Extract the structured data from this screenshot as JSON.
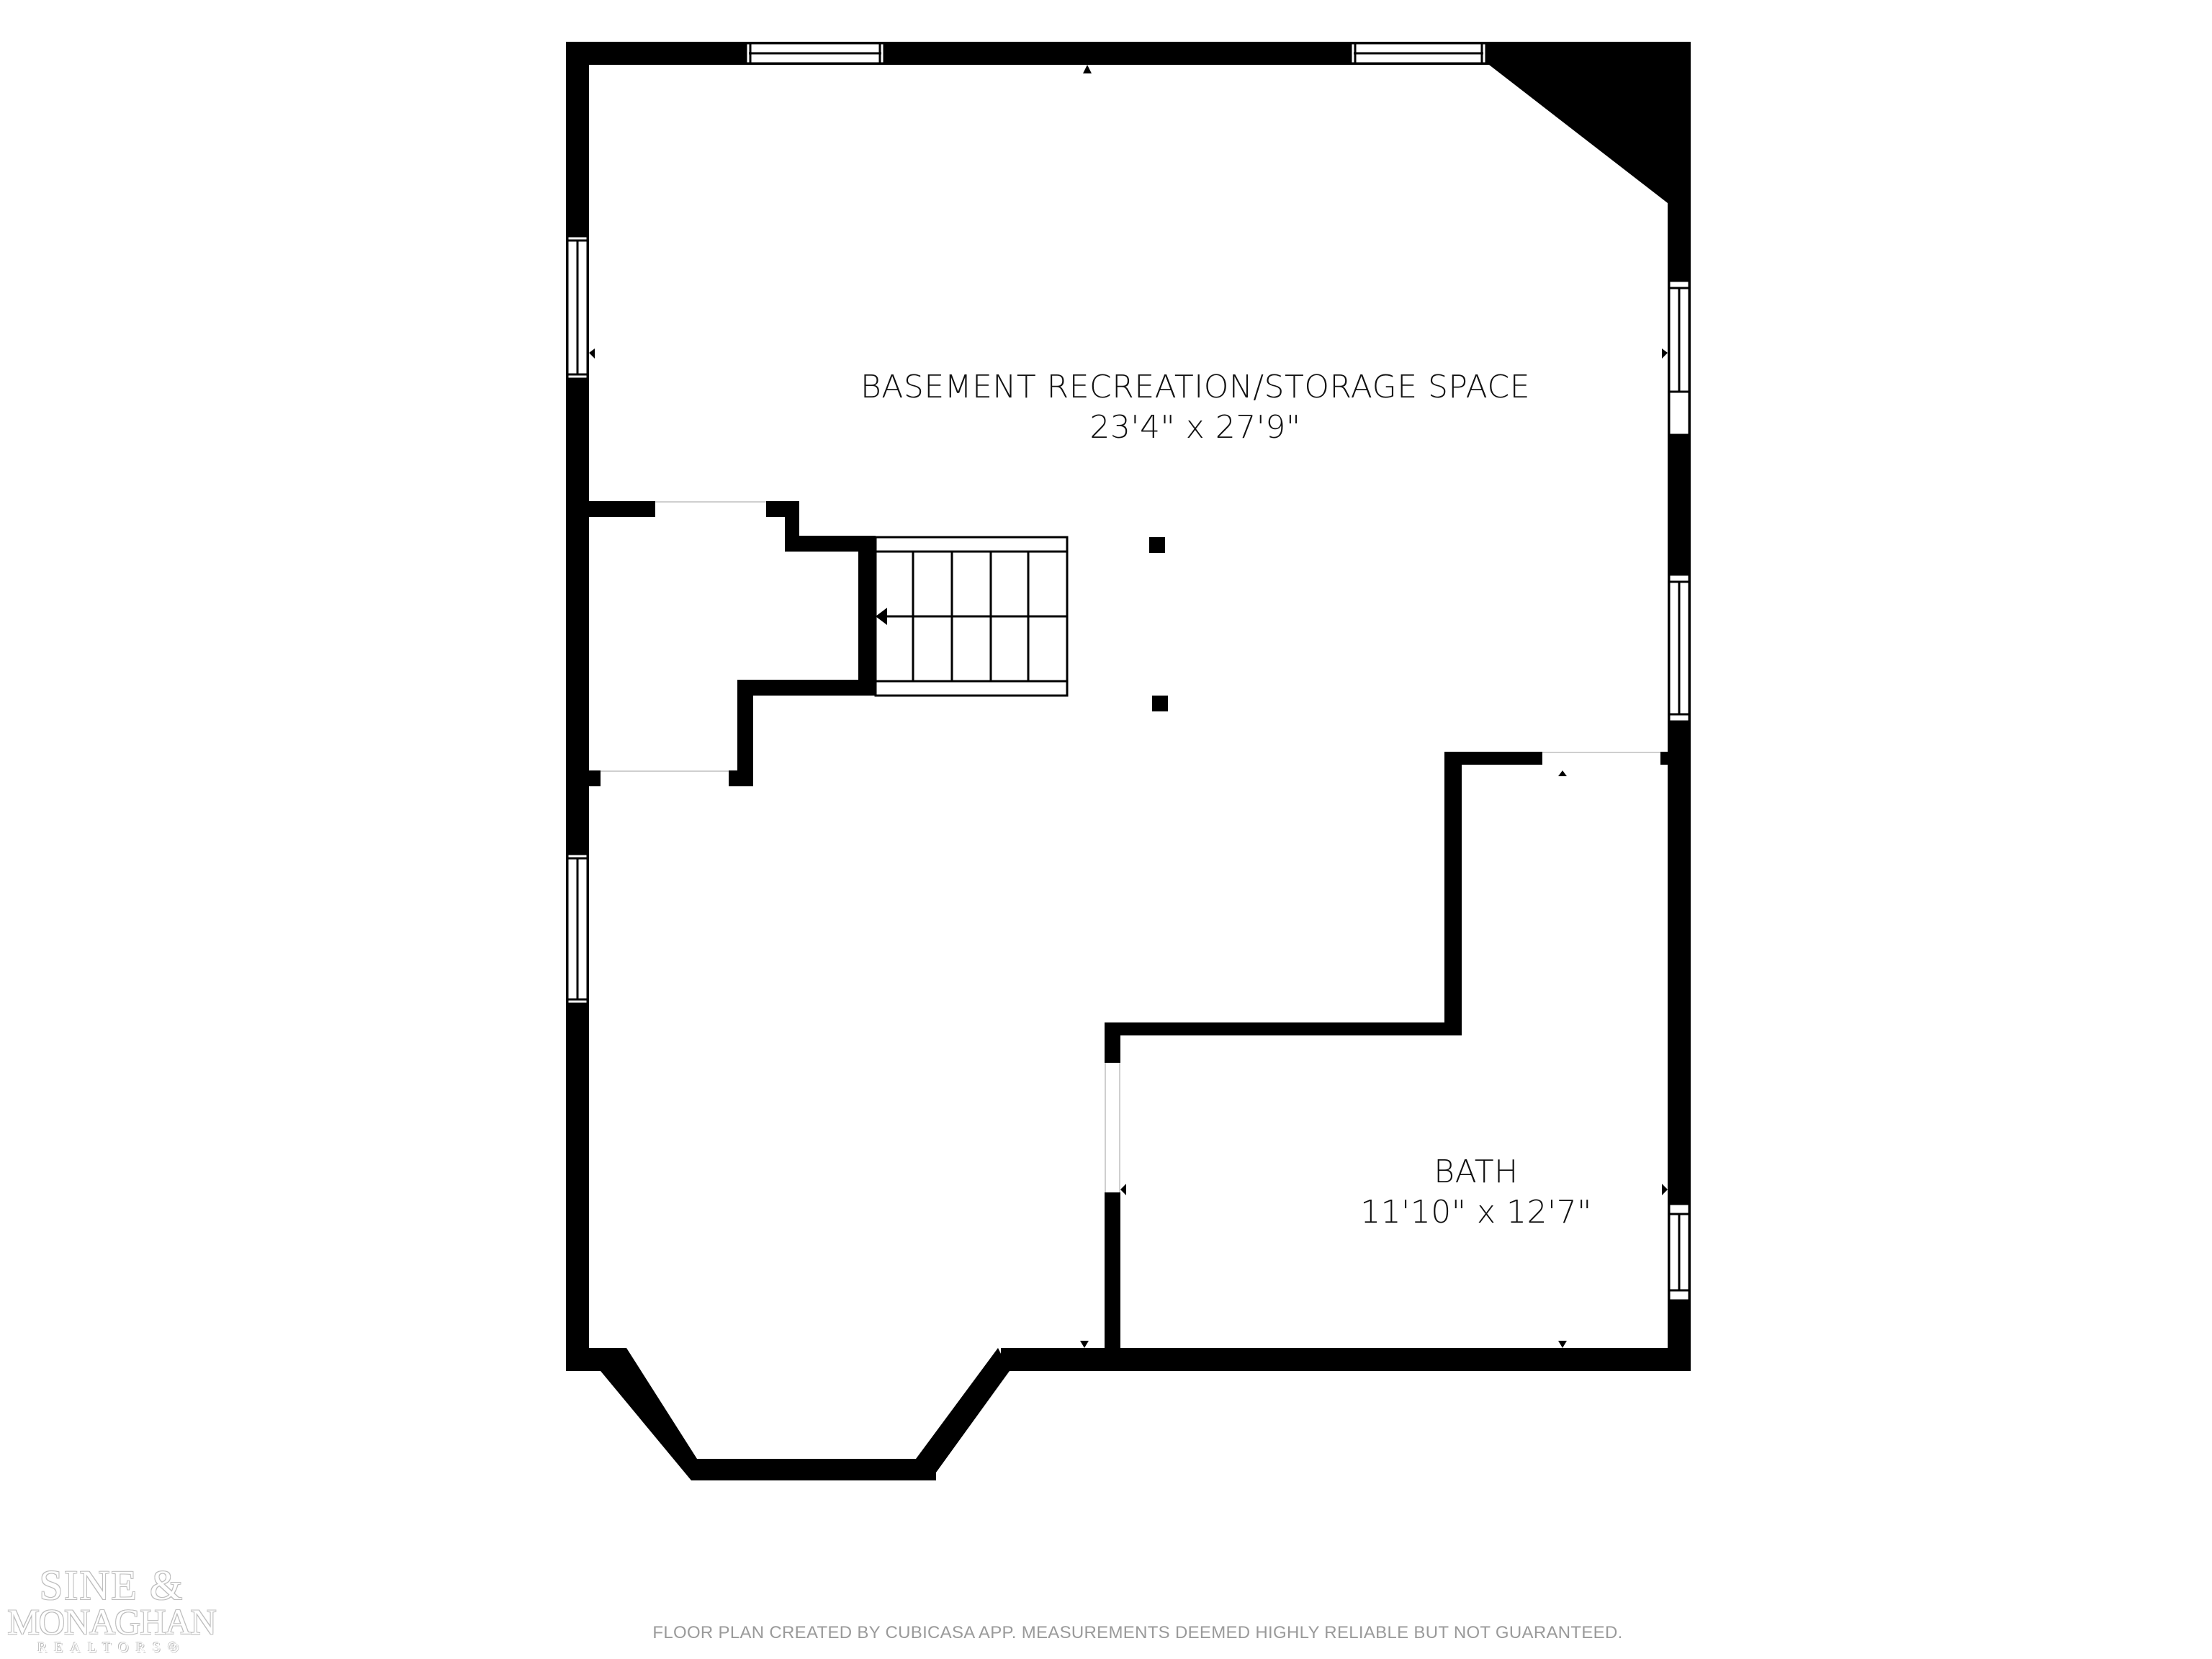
{
  "floor_plan": {
    "rooms": [
      {
        "name": "BASEMENT RECREATION/STORAGE SPACE",
        "dimensions": "23'4\" x 27'9\""
      },
      {
        "name": "BATH",
        "dimensions": "11'10\" x 12'7\""
      }
    ],
    "features": {
      "windows": 8,
      "stairs": "staircase-with-direction-arrow",
      "support_posts": 2,
      "bay": "angled-bay-bottom-left"
    },
    "colors": {
      "wall": "#000000",
      "background": "#ffffff",
      "disclaimer": "#9a9a9a"
    }
  },
  "footer": {
    "disclaimer": "FLOOR PLAN CREATED BY CUBICASA APP. MEASUREMENTS DEEMED HIGHLY RELIABLE BUT NOT GUARANTEED."
  },
  "logo": {
    "line1": "SINE &",
    "line2": "MONAGHAN",
    "line3": "REALTORS®"
  }
}
